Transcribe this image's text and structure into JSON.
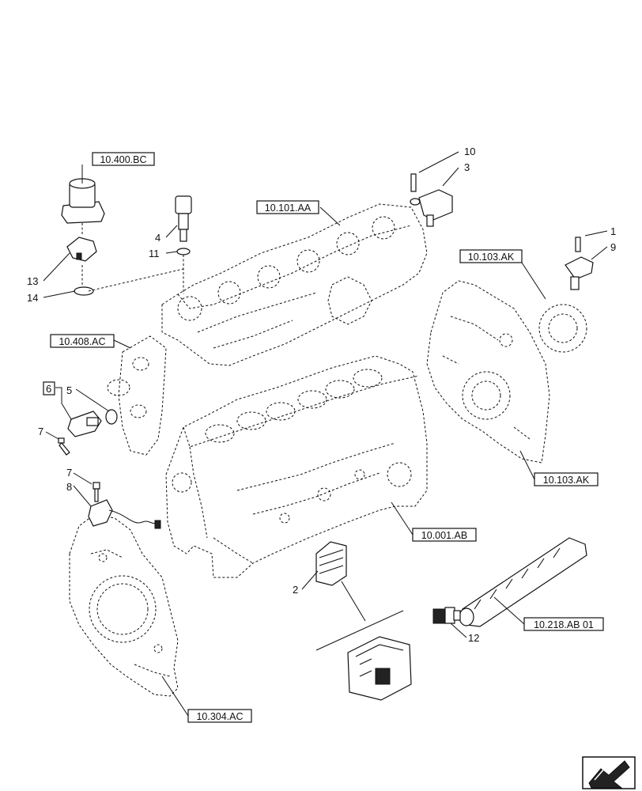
{
  "refs": {
    "r10400bc": "10.400.BC",
    "r10101aa": "10.101.AA",
    "r10103ak_top": "10.103.AK",
    "r10408ac": "10.408.AC",
    "r10103ak_bottom": "10.103.AK",
    "r10001ab": "10.001.AB",
    "r10218ab": "10.218.AB 01",
    "r10304ac": "10.304.AC"
  },
  "callouts": {
    "c1": "1",
    "c2": "2",
    "c3": "3",
    "c4": "4",
    "c5": "5",
    "c6": "6",
    "c7a": "7",
    "c7b": "7",
    "c8": "8",
    "c9": "9",
    "c10": "10",
    "c11": "11",
    "c12": "12",
    "c13": "13",
    "c14": "14"
  },
  "icons": {
    "nav": "next-page-arrow-icon"
  }
}
